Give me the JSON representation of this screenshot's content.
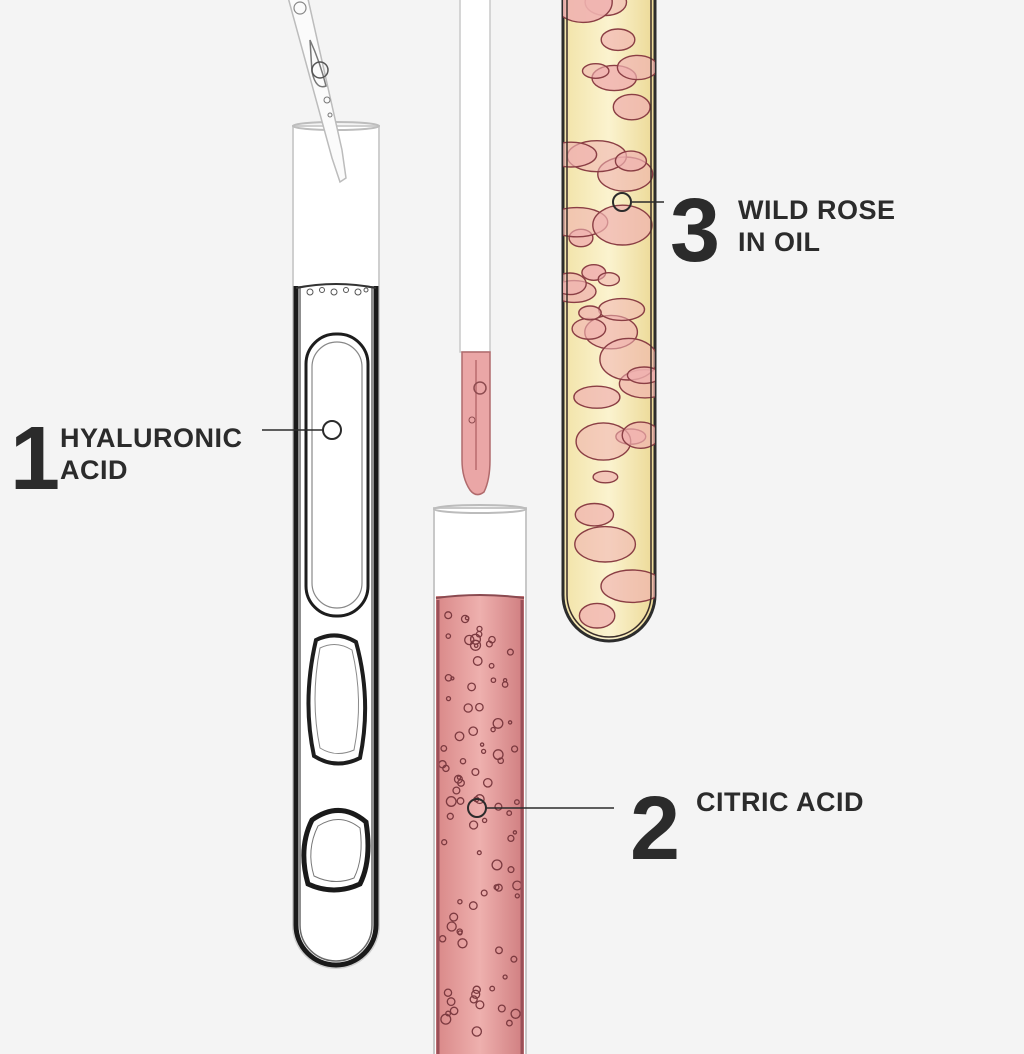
{
  "ingredients": [
    {
      "number": "1",
      "name_lines": [
        "HYALURONIC",
        "ACID"
      ]
    },
    {
      "number": "2",
      "name_lines": [
        "CITRIC ACID"
      ]
    },
    {
      "number": "3",
      "name_lines": [
        "WILD ROSE",
        "IN OIL"
      ]
    }
  ],
  "colors": {
    "background": "#f4f4f4",
    "text": "#2b2b2b",
    "citric_liquid": "#e8a4a2",
    "rose_oil": "#f6ebbd",
    "rose_bubble": "#f0b2b0",
    "hyaluronic_outline": "#1e1e1e"
  }
}
